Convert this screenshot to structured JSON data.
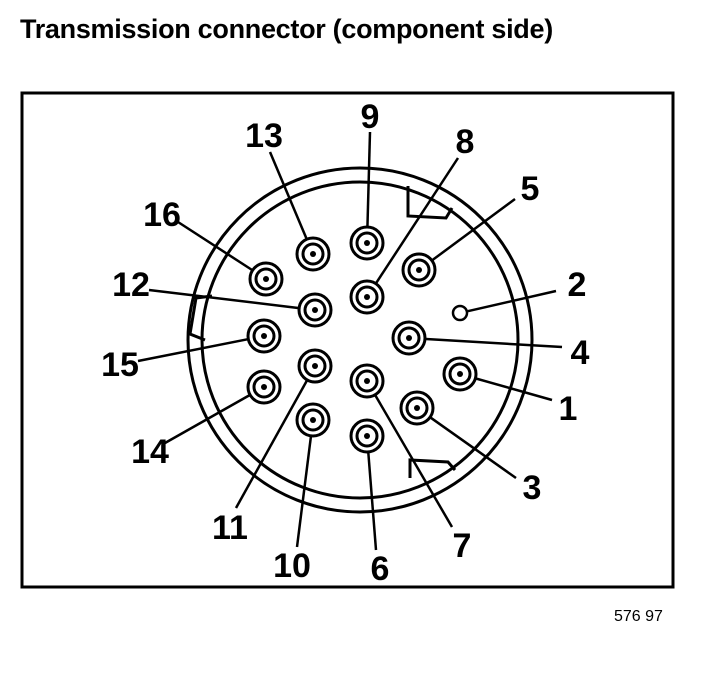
{
  "title": "Transmission connector (component side)",
  "figure_ref": "576 97",
  "pins": [
    {
      "label": "1"
    },
    {
      "label": "2"
    },
    {
      "label": "3"
    },
    {
      "label": "4"
    },
    {
      "label": "5"
    },
    {
      "label": "6"
    },
    {
      "label": "7"
    },
    {
      "label": "8"
    },
    {
      "label": "9"
    },
    {
      "label": "10"
    },
    {
      "label": "11"
    },
    {
      "label": "12"
    },
    {
      "label": "13"
    },
    {
      "label": "14"
    },
    {
      "label": "15"
    },
    {
      "label": "16"
    }
  ]
}
